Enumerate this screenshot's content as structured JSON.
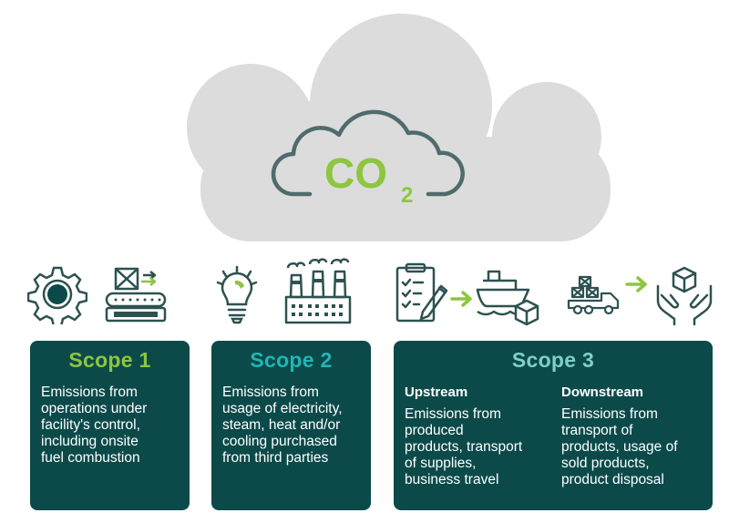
{
  "cloud": {
    "formula_main": "CO",
    "formula_sub": "2"
  },
  "colors": {
    "dark_teal": "#0c4a4a",
    "green": "#8dc63f",
    "teal": "#22b5b5",
    "light_teal": "#7fcfc5",
    "cloud_gray": "#dcdcdc",
    "icon_stroke": "#2e5151"
  },
  "icons": {
    "scope1": [
      "gear-icon",
      "conveyor-belt-icon"
    ],
    "scope2": [
      "light-bulb-icon",
      "factory-icon"
    ],
    "scope3": [
      "clipboard-pen-icon",
      "arrow-right-icon",
      "ship-icon",
      "delivery-truck-icon",
      "arrow-right-icon",
      "hands-box-icon"
    ]
  },
  "scopes": [
    {
      "title": "Scope 1",
      "title_color": "#8dc63f",
      "lines": [
        "Emissions from",
        "operations under",
        "facility's control,",
        "including onsite",
        "fuel combustion"
      ]
    },
    {
      "title": "Scope 2",
      "title_color": "#22b5b5",
      "lines": [
        "Emissions from",
        "usage of electricity,",
        "steam, heat and/or",
        "cooling purchased",
        "from third parties"
      ]
    },
    {
      "title": "Scope 3",
      "title_color": "#7fcfc5",
      "upstream": {
        "heading": "Upstream",
        "lines": [
          "Emissions from",
          "produced",
          "products, transport",
          "of supplies,",
          "business travel"
        ]
      },
      "downstream": {
        "heading": "Downstream",
        "lines": [
          "Emissions from",
          "transport of",
          "products, usage of",
          "sold products,",
          "product disposal"
        ]
      }
    }
  ]
}
